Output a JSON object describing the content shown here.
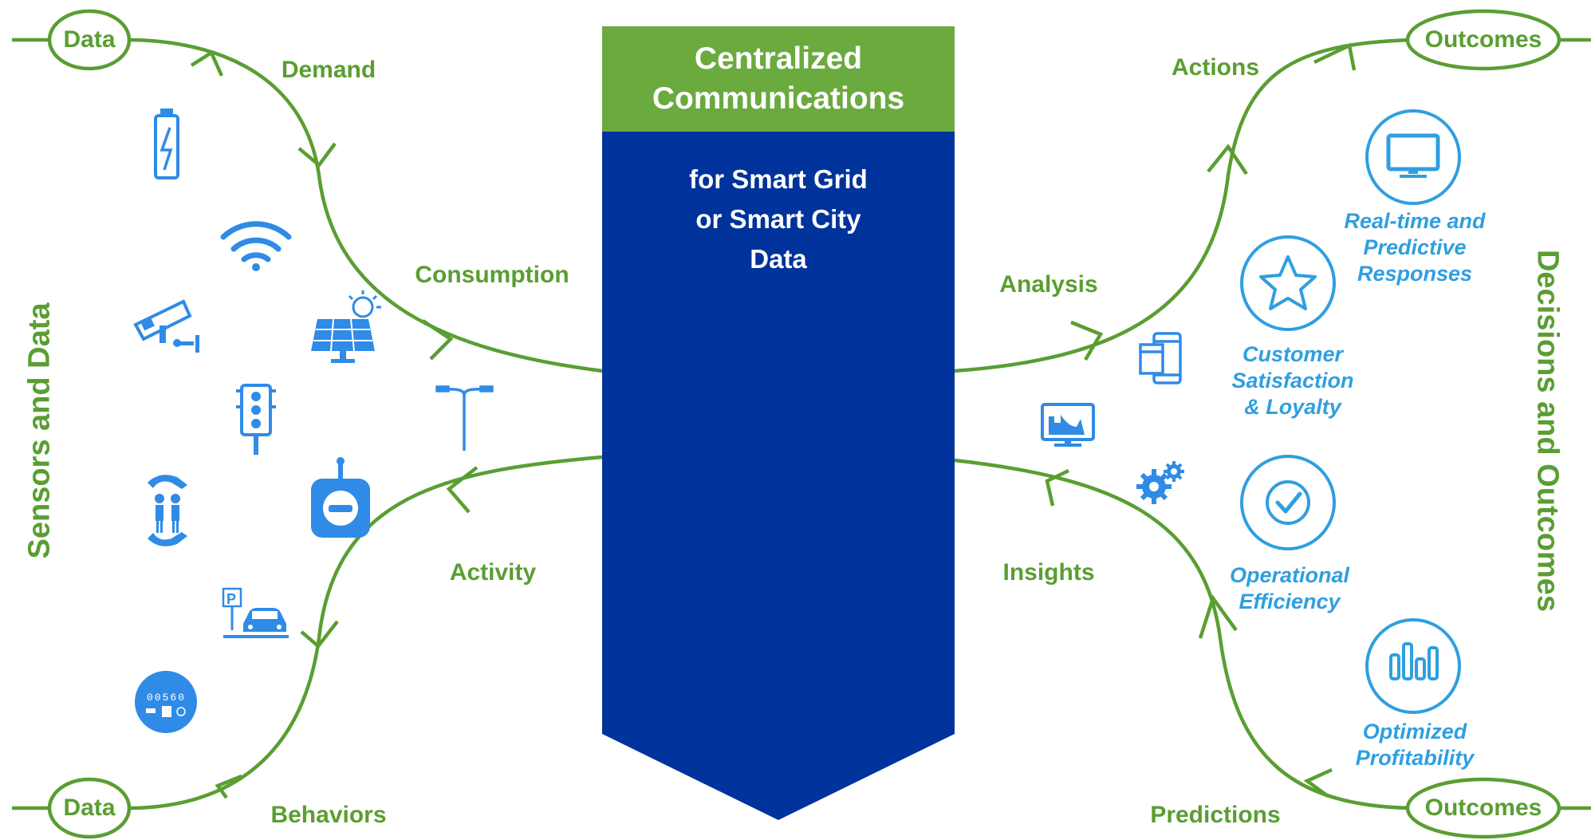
{
  "center": {
    "title_lines": [
      "Centralized",
      "Communications"
    ],
    "subtitle_lines": [
      "for Smart Grid",
      "or Smart City",
      "Data"
    ]
  },
  "side_labels": {
    "left": "Sensors and Data",
    "right": "Decisions and Outcomes"
  },
  "nodes": {
    "data_top": "Data",
    "data_bottom": "Data",
    "outcomes_top": "Outcomes",
    "outcomes_bottom": "Outcomes"
  },
  "flow_labels": {
    "demand": "Demand",
    "consumption": "Consumption",
    "activity": "Activity",
    "behaviors": "Behaviors",
    "actions": "Actions",
    "analysis": "Analysis",
    "insights": "Insights",
    "predictions": "Predictions"
  },
  "outcomes": {
    "realtime": [
      "Real-time and",
      "Predictive",
      "Responses"
    ],
    "satisfaction": [
      "Customer",
      "Satisfaction",
      "& Loyalty"
    ],
    "efficiency": [
      "Operational",
      "Efficiency"
    ],
    "profitability": [
      "Optimized",
      "Profitability"
    ]
  },
  "meter_reading": "00560",
  "icons": [
    "battery-icon",
    "wifi-icon",
    "security-camera-icon",
    "solar-panel-icon",
    "street-light-icon",
    "traffic-light-icon",
    "family-care-icon",
    "sensor-device-icon",
    "parking-icon",
    "meter-icon",
    "tablet-phone-icon",
    "monitor-chart-icon",
    "gears-icon",
    "display-icon",
    "star-icon",
    "check-icon",
    "bar-chart-icon"
  ],
  "colors": {
    "green": "#5a9e32",
    "header_green": "#6aaa3f",
    "navy": "#00339b",
    "blue": "#2f8be6",
    "light_blue": "#2f9fe0"
  }
}
